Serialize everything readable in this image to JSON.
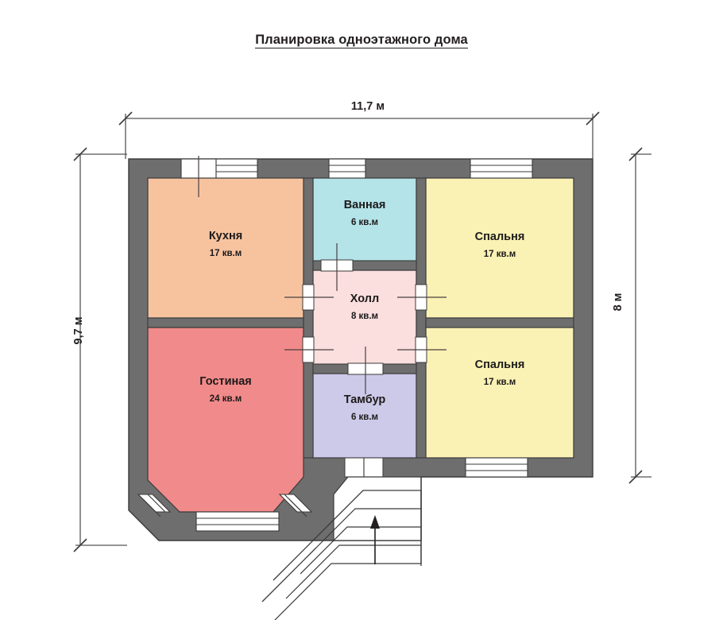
{
  "title": "Планировка одноэтажного дома",
  "dimensions": {
    "top": "11,7 м",
    "left": "9,7 м",
    "right": "8 м"
  },
  "rooms": [
    {
      "key": "kitchen",
      "name": "Кухня",
      "area": "17 кв.м",
      "color": "#f7c39f"
    },
    {
      "key": "bathroom",
      "name": "Ванная",
      "area": "6 кв.м",
      "color": "#b4e3e8"
    },
    {
      "key": "bedroom1",
      "name": "Спальня",
      "area": "17 кв.м",
      "color": "#faf1b4"
    },
    {
      "key": "hall",
      "name": "Холл",
      "area": "8 кв.м",
      "color": "#fbdede"
    },
    {
      "key": "bedroom2",
      "name": "Спальня",
      "area": "17 кв.м",
      "color": "#faf1b4"
    },
    {
      "key": "livingroom",
      "name": "Гостиная",
      "area": "24 кв.м",
      "color": "#f18a8a"
    },
    {
      "key": "vestibule",
      "name": "Тамбур",
      "area": "6 кв.м",
      "color": "#cdc9e8"
    }
  ],
  "palette": {
    "wall": "#6e6e6e",
    "outline": "#3a3a3a",
    "window": "#ffffff",
    "dimension_line": "#555555",
    "background": "#ffffff"
  },
  "annotations": {
    "stair_direction": "up-arrow"
  }
}
